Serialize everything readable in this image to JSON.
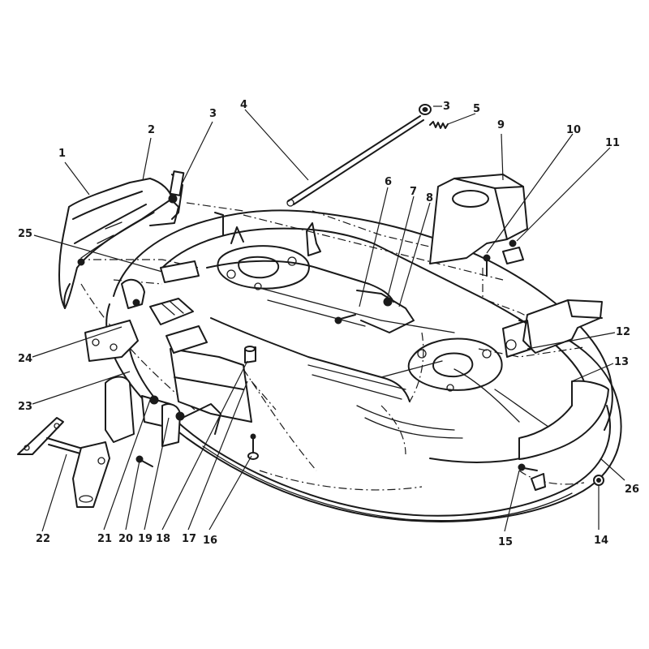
{
  "callouts": [
    {
      "id": "1",
      "label": "1"
    },
    {
      "id": "2",
      "label": "2"
    },
    {
      "id": "3a",
      "label": "3"
    },
    {
      "id": "3b",
      "label": "3"
    },
    {
      "id": "4",
      "label": "4"
    },
    {
      "id": "5",
      "label": "5"
    },
    {
      "id": "6",
      "label": "6"
    },
    {
      "id": "7",
      "label": "7"
    },
    {
      "id": "8",
      "label": "8"
    },
    {
      "id": "9",
      "label": "9"
    },
    {
      "id": "10",
      "label": "10"
    },
    {
      "id": "11",
      "label": "11"
    },
    {
      "id": "12",
      "label": "12"
    },
    {
      "id": "13",
      "label": "13"
    },
    {
      "id": "14",
      "label": "14"
    },
    {
      "id": "15",
      "label": "15"
    },
    {
      "id": "16",
      "label": "16"
    },
    {
      "id": "17",
      "label": "17"
    },
    {
      "id": "18",
      "label": "18"
    },
    {
      "id": "19",
      "label": "19"
    },
    {
      "id": "20",
      "label": "20"
    },
    {
      "id": "21",
      "label": "21"
    },
    {
      "id": "22",
      "label": "22"
    },
    {
      "id": "23",
      "label": "23"
    },
    {
      "id": "24",
      "label": "24"
    },
    {
      "id": "25",
      "label": "25"
    },
    {
      "id": "26",
      "label": "26"
    }
  ],
  "colors": {
    "ink": "#1a1a1a",
    "paper": "#ffffff"
  }
}
